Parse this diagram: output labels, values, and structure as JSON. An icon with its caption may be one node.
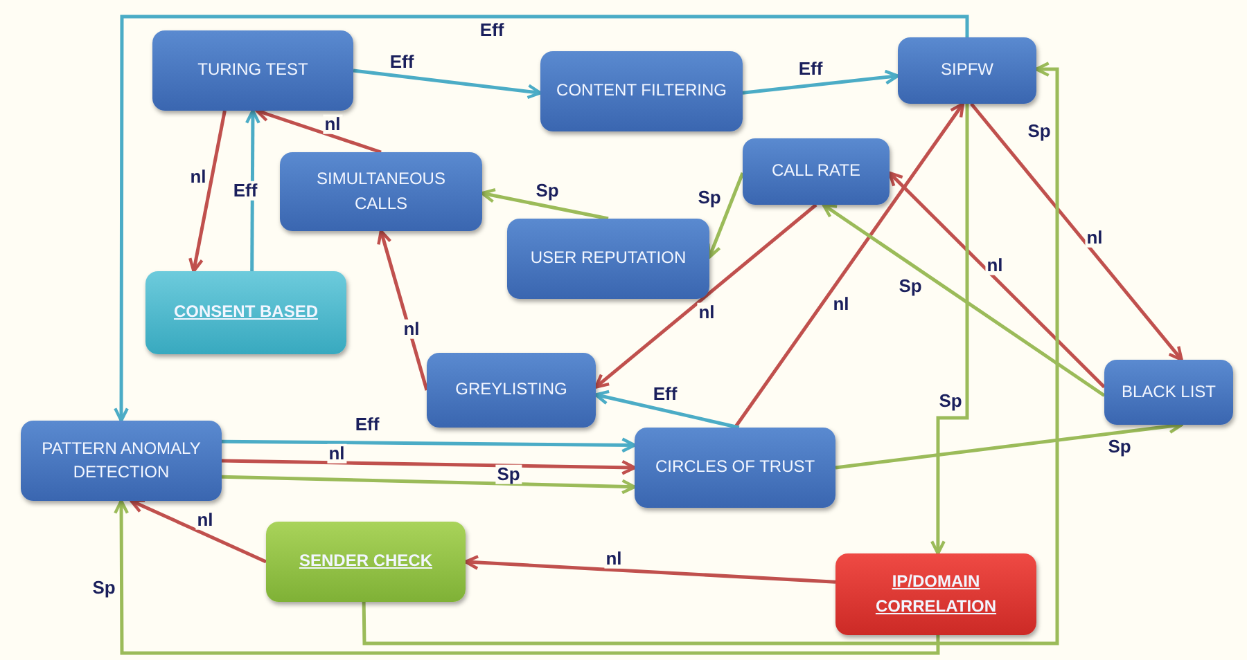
{
  "diagram": {
    "nodes": [
      {
        "text": [
          "TURING TEST"
        ]
      },
      {
        "text": [
          "CONTENT FILTERING"
        ]
      },
      {
        "text": [
          "SIPFW"
        ]
      },
      {
        "text": [
          "SIMULTANEOUS CALLS"
        ]
      },
      {
        "text": [
          "CALL RATE"
        ]
      },
      {
        "text": [
          "USER REPUTATION"
        ]
      },
      {
        "text": [
          "CONSENT BASED"
        ]
      },
      {
        "text": [
          "GREYLISTING"
        ]
      },
      {
        "text": [
          "BLACK LIST"
        ]
      },
      {
        "text": [
          "PATTERN ANOMALY DETECTION"
        ]
      },
      {
        "text": [
          "CIRCLES OF TRUST"
        ]
      },
      {
        "text": [
          "SENDER CHECK"
        ]
      },
      {
        "text": [
          "IP/DOMAIN CORRELATION"
        ]
      }
    ],
    "edges": [
      {
        "from": 0,
        "to": 1,
        "arrow": "to",
        "label": "Eff",
        "color": "#4bacc6"
      },
      {
        "from": 1,
        "to": 2,
        "arrow": "to",
        "label": "Eff",
        "color": "#4bacc6"
      },
      {
        "from": 2,
        "to": 9,
        "arrow": "to",
        "label": "Eff",
        "color": "#4bacc6"
      },
      {
        "from": 0,
        "to": 6,
        "arrow": "to",
        "label": "nl"
      },
      {
        "from": 6,
        "to": 0,
        "arrow": "to",
        "label": "Eff",
        "color": "#4bacc6"
      },
      {
        "from": 3,
        "to": 0,
        "arrow": "to",
        "label": "nl"
      },
      {
        "from": 5,
        "to": 3,
        "arrow": "to",
        "label": "Sp",
        "color": "#9bbb59"
      },
      {
        "from": 4,
        "to": 5,
        "arrow": "to",
        "label": "Sp",
        "color": "#9bbb59"
      },
      {
        "from": 7,
        "to": 3,
        "arrow": "to",
        "label": "nl"
      },
      {
        "from": 4,
        "to": 7,
        "arrow": "to",
        "label": "nl"
      },
      {
        "from": 10,
        "to": 2,
        "arrow": "to",
        "label": "nl"
      },
      {
        "from": 10,
        "to": 7,
        "arrow": "to",
        "label": "Eff",
        "color": "#4bacc6"
      },
      {
        "from": 8,
        "to": 4,
        "arrow": "to",
        "label": "nl"
      },
      {
        "from": 8,
        "to": 4,
        "arrow": "to",
        "label": "Sp",
        "color": "#9bbb59"
      },
      {
        "from": 2,
        "to": 8,
        "arrow": "to",
        "label": "nl"
      },
      {
        "from": 2,
        "to": 12,
        "arrow": "to",
        "label": "Sp",
        "color": "#9bbb59"
      },
      {
        "from": 11,
        "to": 2,
        "arrow": "to",
        "label": "Sp",
        "color": "#9bbb59"
      },
      {
        "from": 12,
        "to": 9,
        "arrow": "to",
        "label": "Sp",
        "color": "#9bbb59"
      },
      {
        "from": 9,
        "to": 10,
        "arrow": "to",
        "label": "Eff",
        "color": "#4bacc6"
      },
      {
        "from": 9,
        "to": 10,
        "arrow": "to",
        "label": "nl"
      },
      {
        "from": 9,
        "to": 10,
        "arrow": "to",
        "label": "Sp",
        "color": "#9bbb59"
      },
      {
        "from": 10,
        "to": 8,
        "arrow": "to",
        "label": "Sp",
        "color": "#9bbb59"
      },
      {
        "from": 11,
        "to": 9,
        "arrow": "to",
        "label": "nl"
      },
      {
        "from": 12,
        "to": 11,
        "arrow": "to",
        "label": "nl"
      }
    ]
  }
}
